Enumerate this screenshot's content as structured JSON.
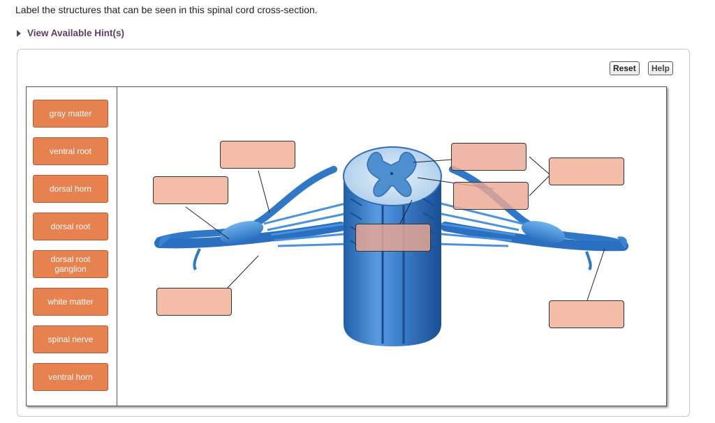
{
  "question": {
    "instruction": "Label the structures that can be seen in this spinal cord cross-section.",
    "hint_label": "View Available Hint(s)"
  },
  "toolbar": {
    "reset_label": "Reset",
    "help_label": "Help"
  },
  "label_bank": [
    "gray matter",
    "ventral root",
    "dorsal horn",
    "dorsal root",
    "dorsal root ganglion",
    "white matter",
    "spinal nerve",
    "ventral horn"
  ],
  "targets_count": 8,
  "colors": {
    "label_tile": "#e7814f",
    "target_box": "#f4bda8",
    "nerve_blue": "#3a86d6",
    "hint_text": "#5e3c6a"
  }
}
